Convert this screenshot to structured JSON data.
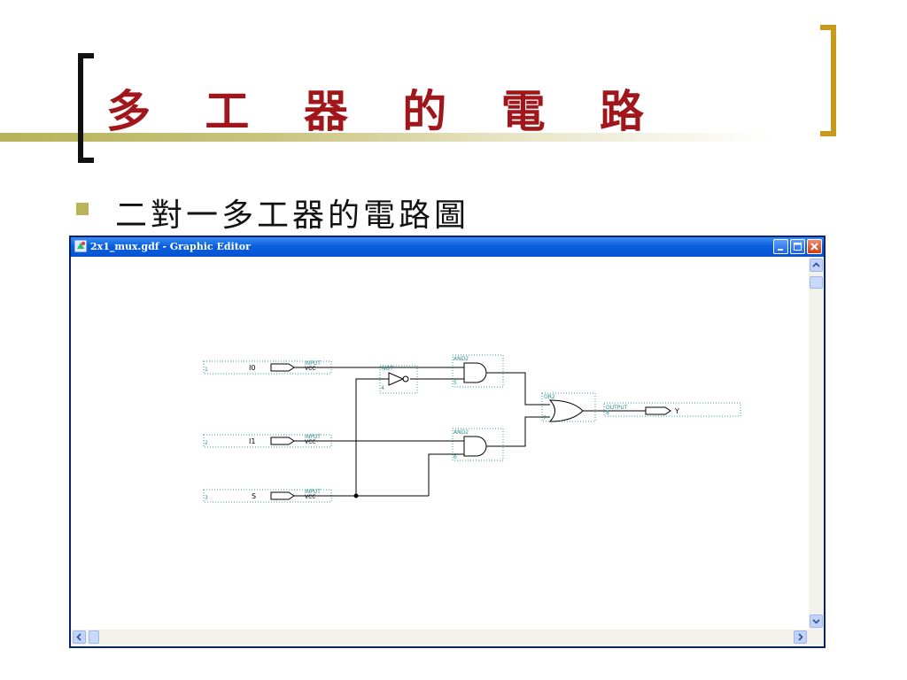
{
  "slide": {
    "title": "多 工 器 的 電 路",
    "bullet": "二對一多工器的電路圖"
  },
  "window": {
    "title": "2x1_mux.gdf - Graphic Editor",
    "icons": [
      "app-icon",
      "minimize-icon",
      "maximize-icon",
      "close-icon"
    ]
  },
  "circuit": {
    "inputs": [
      {
        "pin": "1",
        "name": "I0",
        "label": "INPUT",
        "sub": "VCC"
      },
      {
        "pin": "2",
        "name": "I1",
        "label": "INPUT",
        "sub": "VCC"
      },
      {
        "pin": "3",
        "name": "S",
        "label": "INPUT",
        "sub": "VCC"
      }
    ],
    "not_gate": {
      "label": "NOT",
      "pin": "4"
    },
    "and_gates": [
      {
        "label": "AND2",
        "pin": "5"
      },
      {
        "label": "AND2",
        "pin": "6"
      }
    ],
    "or_gate": {
      "label": "OR2",
      "pin": "7"
    },
    "output": {
      "label": "OUTPUT",
      "pin": "8",
      "name": "Y"
    }
  },
  "colors": {
    "title_red": "#a0161b",
    "accent_olive": "#b9b35a",
    "bracket_gold": "#c79a1e",
    "xp_blue": "#0a5fdc",
    "dotted_teal": "#2aa0a0"
  }
}
